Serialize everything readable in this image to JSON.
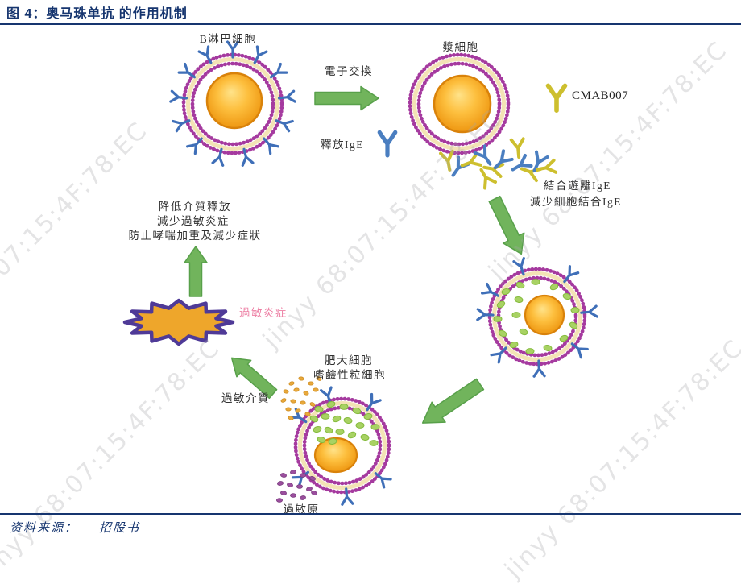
{
  "header": {
    "title": "图 4：奥马珠单抗 的作用机制"
  },
  "diagram": {
    "labels": {
      "b_cell": "B淋巴細胞",
      "plasma_cell": "漿細胞",
      "electron_exchange": "電子交換",
      "release_ige": "釋放IgE",
      "cmab007": "CMAB007",
      "bind_free_ige": "結合遊離IgE",
      "reduce_cell_bound_ige": "減少細胞結合IgE",
      "mast_cell": "肥大細胞",
      "basophil": "嗜鹼性粒細胞",
      "allergic_mediator": "過敏介質",
      "allergen": "過敏原",
      "allergic_inflammation": "過敏炎症",
      "outcome_line1": "降低介質釋放",
      "outcome_line2": "減少過敏炎症",
      "outcome_line3": "防止哮喘加重及減少症狀"
    },
    "colors": {
      "accent_blue": "#16356f",
      "arrow_green": "#71b45c",
      "membrane_purple": "#a53a9f",
      "membrane_cream": "#f3e3b5",
      "nucleus_orange": "#f0a21c",
      "receptor_blue": "#3f6fb8",
      "ige_blue": "#4a7ec0",
      "antibody_yellow": "#cdbf2e",
      "granule_green": "#a8d263",
      "allergen_purple": "#9b4f9e",
      "mediator_orange": "#e9a93c",
      "starburst_fill": "#eea62b",
      "starburst_stroke": "#4f3a97",
      "inflammation_pink": "#ed7fa4"
    }
  },
  "watermark": {
    "text": "jinyy 68:07:15:4F:78:EC"
  },
  "footer": {
    "source_label": "资料来源：",
    "source_value": "招股书"
  }
}
